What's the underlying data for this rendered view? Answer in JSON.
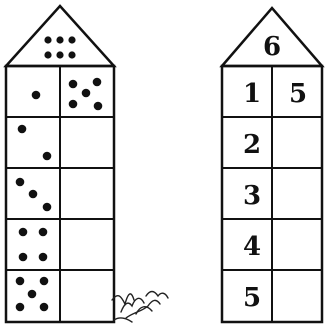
{
  "left_house": {
    "roof_dots": 6,
    "rows": [
      {
        "left_dots": 1,
        "right_dots": 5
      },
      {
        "left_dots": 2,
        "right_dots": null
      },
      {
        "left_dots": 3,
        "right_dots": null
      },
      {
        "left_dots": 4,
        "right_dots": null
      },
      {
        "left_dots": 5,
        "right_dots": null
      }
    ]
  },
  "right_house": {
    "roof_number": "6",
    "rows": [
      {
        "left": "1",
        "right": "5"
      },
      {
        "left": "2",
        "right": ""
      },
      {
        "left": "3",
        "right": ""
      },
      {
        "left": "4",
        "right": ""
      },
      {
        "left": "5",
        "right": ""
      }
    ]
  },
  "colors": {
    "ink": "#111111",
    "paper": "#ffffff"
  }
}
